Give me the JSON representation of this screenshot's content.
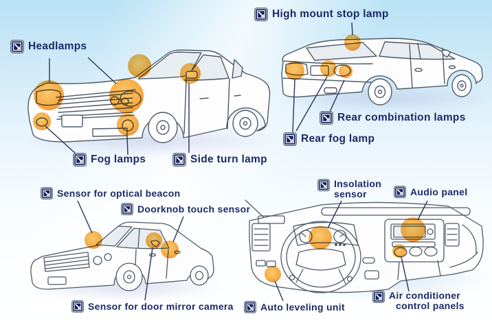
{
  "sections": {
    "front_exterior": {
      "labels": {
        "headlamps": "Headlamps",
        "fog_lamps": "Fog lamps",
        "side_turn_lamp": "Side turn lamp"
      }
    },
    "rear_exterior": {
      "labels": {
        "high_mount_stop_lamp": "High mount stop lamp",
        "rear_combination_lamps": "Rear combination lamps",
        "rear_fog_lamp": "Rear fog lamp"
      }
    },
    "side_sensors": {
      "labels": {
        "sensor_for_optical_beacon": "Sensor for optical beacon",
        "doorknob_touch_sensor": "Doorknob touch sensor",
        "sensor_for_door_mirror_camera": "Sensor for door mirror camera"
      }
    },
    "dashboard": {
      "labels": {
        "insolation_sensor": {
          "line1": "Insolation",
          "line2": "sensor"
        },
        "audio_panel": "Audio panel",
        "auto_leveling_unit": "Auto leveling unit",
        "air_conditioner_control_panels": {
          "line1": "Air conditioner",
          "line2": "control panels"
        }
      }
    }
  },
  "icons": {
    "marker": "diagonal-arrow-icon"
  },
  "colors": {
    "label_text": "#1c2a66",
    "highlight_orange": "#f5a033",
    "icon_navy": "#141f5c",
    "leader_line": "#27335a",
    "sky_blue": "#b9e2f5"
  }
}
